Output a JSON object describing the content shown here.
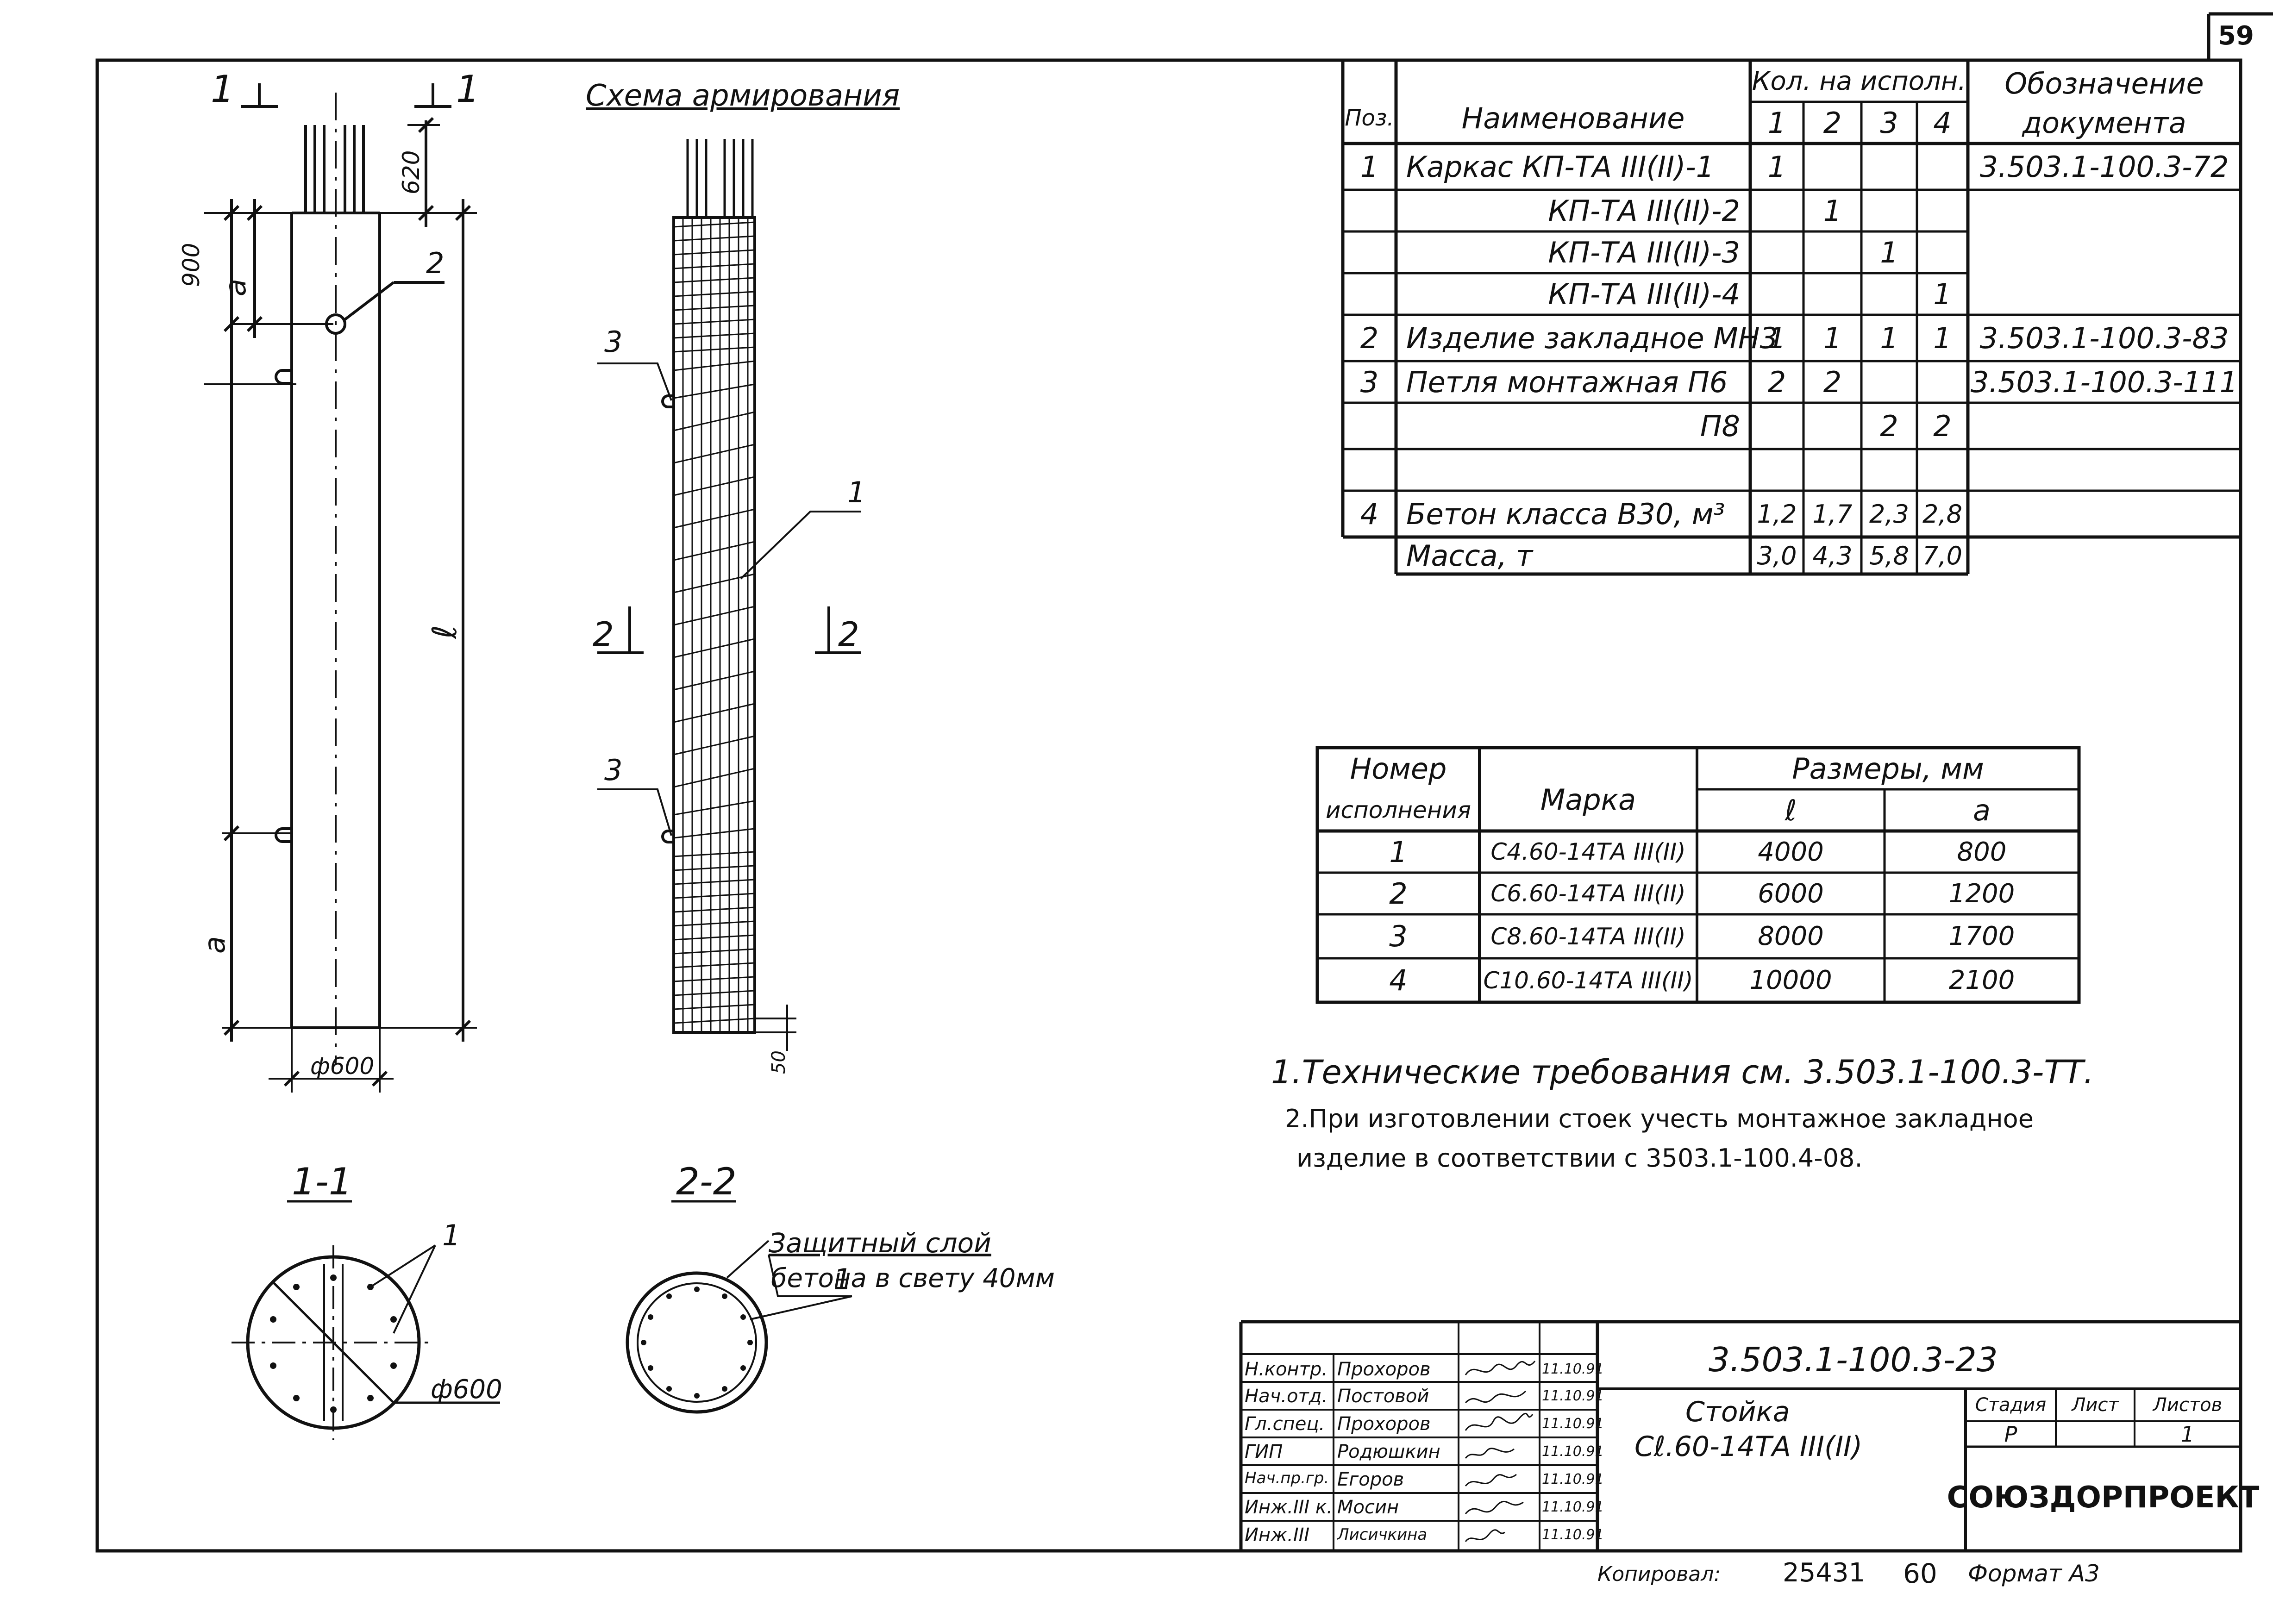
{
  "page_number": "59",
  "drawing": {
    "scheme_title": "Схема армирования",
    "sect11_top_left": "1",
    "sect11_top_right": "1",
    "dim_900": "900",
    "dim_620": "620",
    "dim_a_top": "a",
    "dim_a_bottom": "a",
    "dim_l": "ℓ",
    "dim_diam600": "ф600",
    "dim_50": "50",
    "callout_2": "2",
    "callout_3_top": "3",
    "callout_3_bottom": "3",
    "callout_1": "1",
    "sect22_left": "2",
    "sect22_right": "2",
    "section11_label": "1-1",
    "section22_label": "2-2",
    "section11_callout": "1",
    "section11_diam": "ф600",
    "section22_note_1": "Защитный слой",
    "section22_note_2": "бетона в свету 40мм",
    "section22_callout": "1"
  },
  "spec_table": {
    "header_pos": "Поз.",
    "header_name": "Наименование",
    "header_qty": "Кол. на исполн.",
    "header_q1": "1",
    "header_q2": "2",
    "header_q3": "3",
    "header_q4": "4",
    "header_doc_1": "Обозначение",
    "header_doc_2": "документа",
    "rows": [
      {
        "pos": "1",
        "name": "Каркас КП-ТА III(II)-1",
        "q1": "1",
        "q2": "",
        "q3": "",
        "q4": "",
        "doc": "3.503.1-100.3-72"
      },
      {
        "pos": "",
        "name": "КП-ТА III(II)-2",
        "q1": "",
        "q2": "1",
        "q3": "",
        "q4": "",
        "doc": ""
      },
      {
        "pos": "",
        "name": "КП-ТА III(II)-3",
        "q1": "",
        "q2": "",
        "q3": "1",
        "q4": "",
        "doc": ""
      },
      {
        "pos": "",
        "name": "КП-ТА III(II)-4",
        "q1": "",
        "q2": "",
        "q3": "",
        "q4": "1",
        "doc": ""
      },
      {
        "pos": "2",
        "name": "Изделие закладное МН3",
        "q1": "1",
        "q2": "1",
        "q3": "1",
        "q4": "1",
        "doc": "3.503.1-100.3-83"
      },
      {
        "pos": "3",
        "name": "Петля монтажная П6",
        "q1": "2",
        "q2": "2",
        "q3": "",
        "q4": "",
        "doc": "3.503.1-100.3-111"
      },
      {
        "pos": "",
        "name": "П8",
        "q1": "",
        "q2": "",
        "q3": "2",
        "q4": "2",
        "doc": ""
      },
      {
        "pos": "",
        "name": "",
        "q1": "",
        "q2": "",
        "q3": "",
        "q4": "",
        "doc": ""
      },
      {
        "pos": "4",
        "name": "Бетон класса В30, м³",
        "q1": "1,2",
        "q2": "1,7",
        "q3": "2,3",
        "q4": "2,8",
        "doc": ""
      }
    ],
    "mass_label": "Масса, т",
    "mass": [
      "3,0",
      "4,3",
      "5,8",
      "7,0"
    ]
  },
  "size_table": {
    "h_num_1": "Номер",
    "h_num_2": "исполнения",
    "h_mark": "Марка",
    "h_sizes": "Размеры, мм",
    "h_l": "ℓ",
    "h_a": "a",
    "rows": [
      {
        "num": "1",
        "mark": "С4.60-14ТА III(II)",
        "l": "4000",
        "a": "800"
      },
      {
        "num": "2",
        "mark": "С6.60-14ТА III(II)",
        "l": "6000",
        "a": "1200"
      },
      {
        "num": "3",
        "mark": "С8.60-14ТА III(II)",
        "l": "8000",
        "a": "1700"
      },
      {
        "num": "4",
        "mark": "С10.60-14ТА III(II)",
        "l": "10000",
        "a": "2100"
      }
    ]
  },
  "notes": {
    "n1": "1.Технические требования см. 3.503.1-100.3-ТТ.",
    "n2": "2.При изготовлении стоек учесть монтажное  закладное",
    "n3": "изделие в соответствии с 3503.1-100.4-08."
  },
  "title_block": {
    "signers": [
      {
        "role": "Н.контр.",
        "name": "Прохоров",
        "date": "11.10.91"
      },
      {
        "role": "Нач.отд.",
        "name": "Постовой",
        "date": "11.10.91"
      },
      {
        "role": "Гл.спец.",
        "name": "Прохоров",
        "date": "11.10.91"
      },
      {
        "role": "ГИП",
        "name": "Родюшкин",
        "date": "11.10.91"
      },
      {
        "role": "Нач.пр.гр.",
        "name": "Егоров",
        "date": "11.10.91"
      },
      {
        "role": "Инж.III к.",
        "name": "Мосин",
        "date": "11.10.91"
      },
      {
        "role": "Инж.III",
        "name": "Лисичкина",
        "date": "11.10.91"
      }
    ],
    "doc_code": "3.503.1-100.3-23",
    "item_name_1": "Стойка",
    "item_name_2": "Сℓ.60-14ТА III(II)",
    "stage_label": "Стадия",
    "sheet_label": "Лист",
    "sheets_label": "Листов",
    "stage": "Р",
    "sheet": "",
    "sheets": "1",
    "org": "СОЮЗДОРПРОЕКТ"
  },
  "footer": {
    "copied": "Копировал: ",
    "copy_num": "25431",
    "num_60": "60",
    "format": "Формат А3"
  }
}
